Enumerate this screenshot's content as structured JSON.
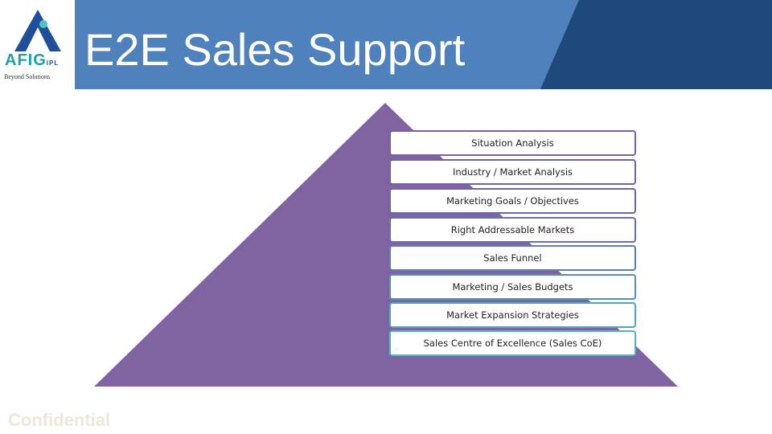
{
  "header": {
    "title": "E2E Sales Support",
    "logo_text": "AFIG",
    "logo_suffix": "IPL",
    "logo_tagline": "Beyond Solutions"
  },
  "colors": {
    "header_blue": "#4f81bd",
    "header_dark": "#1f497d",
    "pyramid": "#8064a2"
  },
  "pyramid": {
    "items": [
      "Situation Analysis",
      "Industry / Market Analysis",
      "Marketing Goals / Objectives",
      "Right Addressable Markets",
      "Sales Funnel",
      "Marketing / Sales Budgets",
      "Market Expansion Strategies",
      "Sales Centre of Excellence (Sales CoE)"
    ]
  },
  "footer": {
    "confidential": "Confidential"
  }
}
